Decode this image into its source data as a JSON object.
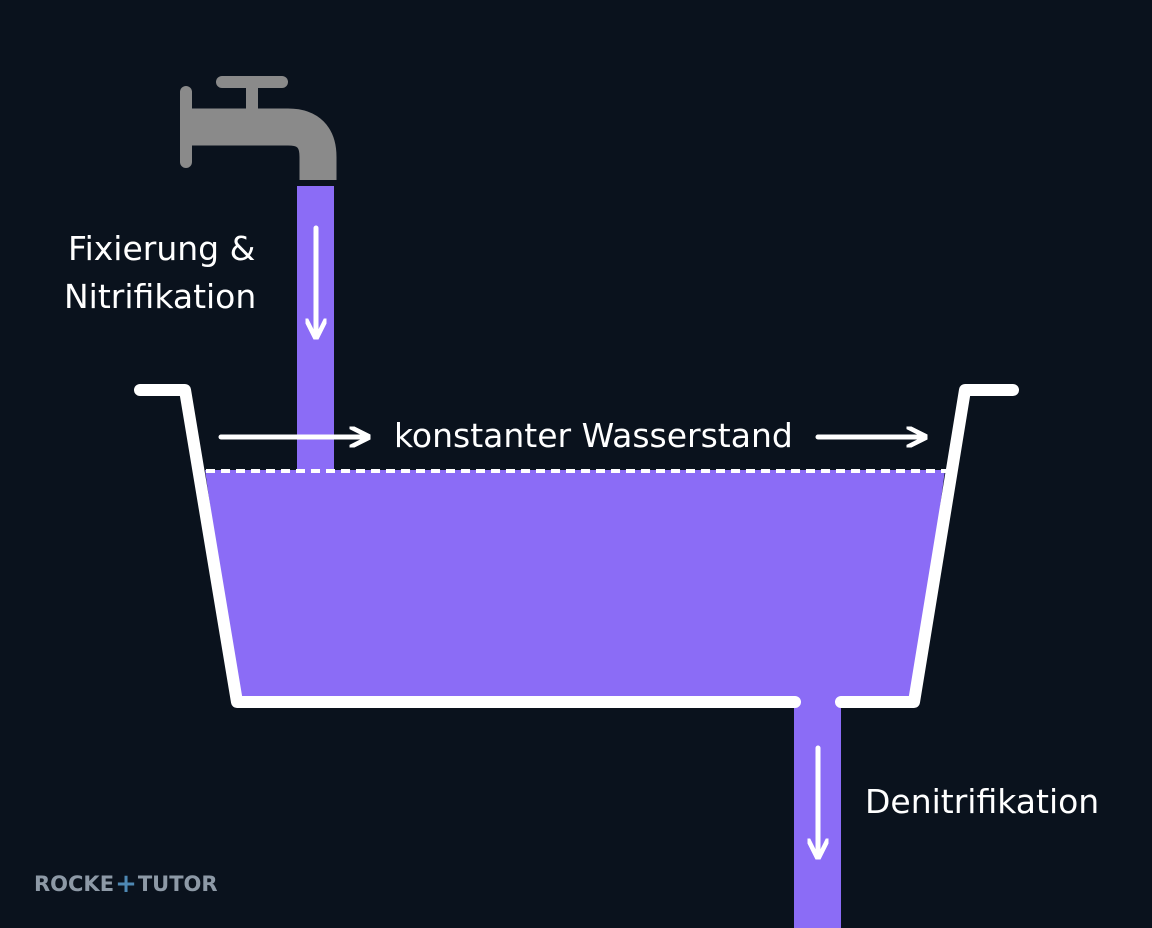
{
  "labels": {
    "inflow_line1": "Fixierung &",
    "inflow_line2": "Nitrifikation",
    "water_level": "konstanter Wasserstand",
    "outflow": "Denitrifikation"
  },
  "logo": {
    "part1": "ROCKE",
    "part2": "TUTOR",
    "text": "ROCKETUTOR"
  },
  "icons": {
    "faucet": "faucet-icon"
  },
  "colors": {
    "background": "#0a121d",
    "water": "#8b6cf6",
    "basin_outline": "#ffffff",
    "arrows": "#ffffff",
    "faucet": "#8a8a8a",
    "logo_text": "#8d99a6",
    "logo_accent": "#4e88b3"
  }
}
